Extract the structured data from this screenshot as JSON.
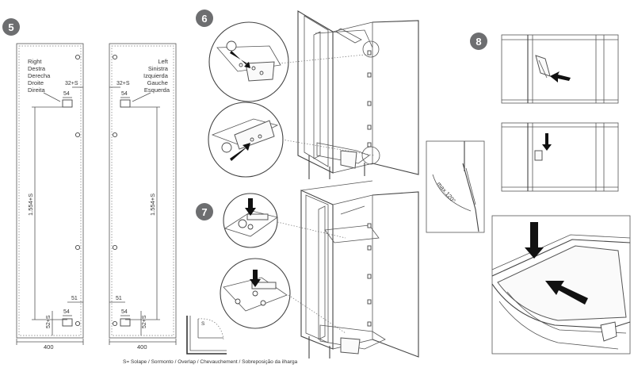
{
  "steps": {
    "s5": "5",
    "s6": "6",
    "s7": "7",
    "s8": "8"
  },
  "panel_right": {
    "label_lines": [
      "Right",
      "Destra",
      "Derecha",
      "Droite",
      "Direita"
    ],
    "dim_top_offset": "32+S",
    "dim_hinge_width_top": "54",
    "dim_height": "1.554+S",
    "dim_bottom_depth": "51",
    "dim_hinge_width_bottom": "54",
    "dim_bottom_offset": "52+S",
    "dim_width": "400"
  },
  "panel_left": {
    "label_lines": [
      "Left",
      "Sinistra",
      "Izquierda",
      "Gauche",
      "Esquerda"
    ],
    "dim_top_offset": "32+S",
    "dim_hinge_width_top": "54",
    "dim_height": "1.554+S",
    "dim_bottom_depth": "51",
    "dim_hinge_width_bottom": "54",
    "dim_bottom_offset": "52+S",
    "dim_width": "400"
  },
  "overlap_detail": {
    "symbol": "S"
  },
  "caption": "S= Solape / Sormonto / Overlap / Chevauchement / Sobreposição da ilharga",
  "angle_detail": {
    "label": "max.120°"
  }
}
